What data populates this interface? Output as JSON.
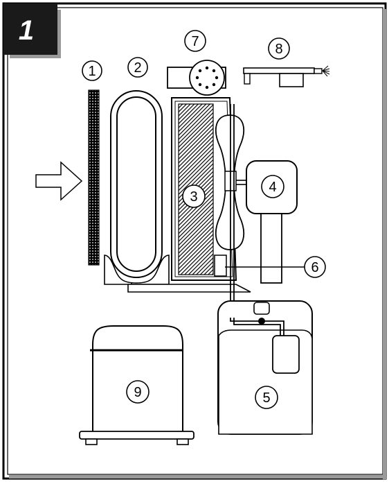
{
  "figure": {
    "step_number": "1",
    "callouts": [
      "1",
      "2",
      "3",
      "4",
      "5",
      "6",
      "7",
      "8",
      "9"
    ]
  },
  "colors": {
    "line": "#000000",
    "background": "#ffffff",
    "badge": "#1a1a1a",
    "shadow": "#9a9a9a"
  },
  "icons": [
    "arrow-right-icon",
    "spark-icon"
  ]
}
